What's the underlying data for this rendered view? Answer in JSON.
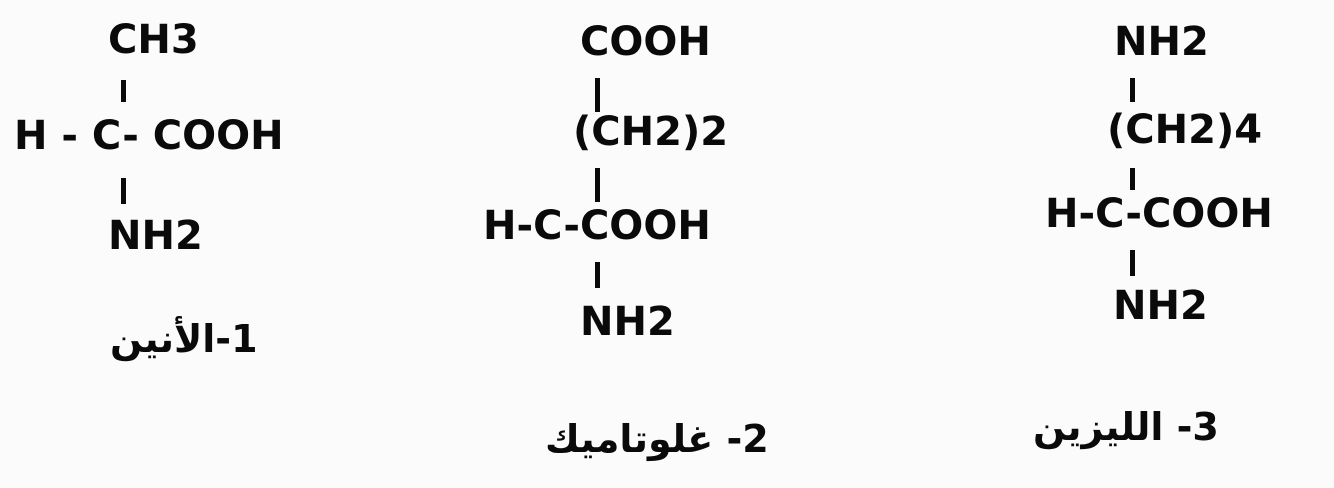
{
  "molecules": [
    {
      "label": "1-الأنين",
      "top_group": "CH3",
      "center_row": "H - C- COOH",
      "bottom_group": "NH2"
    },
    {
      "label": "2- غلوتاميك",
      "top_group": "COOH",
      "chain": "(CH2)2",
      "center_row": "H-C-COOH",
      "bottom_group": "NH2"
    },
    {
      "label": "3- الليزين",
      "top_group": "NH2",
      "chain": "(CH2)4",
      "center_row": "H-C-COOH",
      "bottom_group": "NH2"
    }
  ]
}
